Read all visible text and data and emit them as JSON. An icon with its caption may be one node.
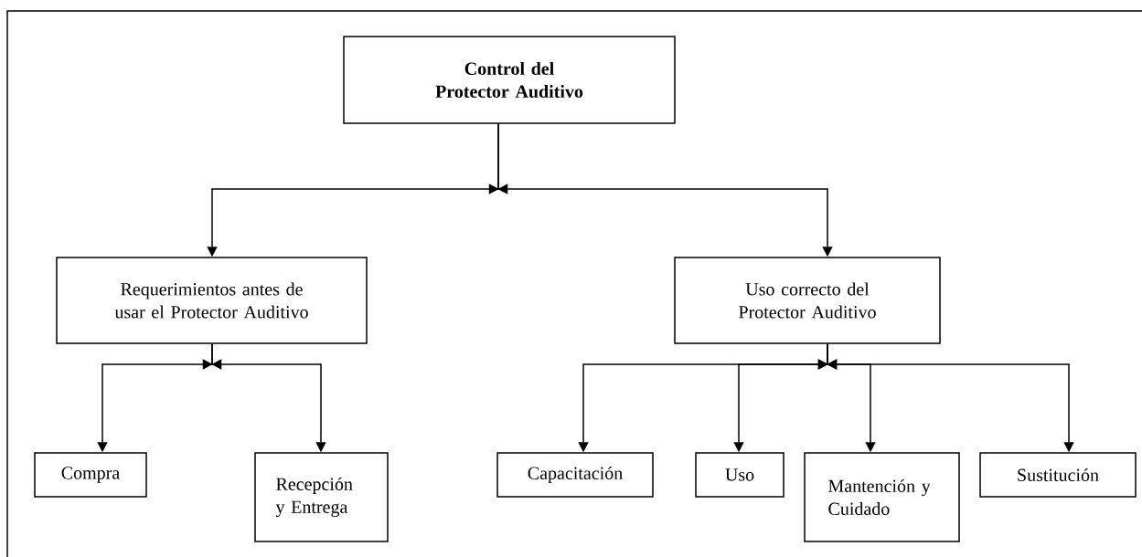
{
  "diagram": {
    "nodes": [
      {
        "text": [
          "Control del Protector Auditivo"
        ]
      },
      {
        "text": [
          "Requerimientos antes de usar el Protector Auditivo"
        ]
      },
      {
        "text": [
          "Uso correcto del Protector Auditivo"
        ]
      },
      {
        "text": [
          "Compra"
        ]
      },
      {
        "text": [
          "Recepción y Entrega"
        ]
      },
      {
        "text": [
          "Capacitación"
        ]
      },
      {
        "text": [
          "Uso"
        ]
      },
      {
        "text": [
          "Mantención y Cuidado"
        ]
      },
      {
        "text": [
          "Sustitución"
        ]
      }
    ],
    "edges": [
      {
        "from": 0,
        "to": 1,
        "arrow": "to"
      },
      {
        "from": 0,
        "to": 2,
        "arrow": "to"
      },
      {
        "from": 1,
        "to": 3,
        "arrow": "to"
      },
      {
        "from": 1,
        "to": 4,
        "arrow": "to"
      },
      {
        "from": 2,
        "to": 5,
        "arrow": "to"
      },
      {
        "from": 2,
        "to": 6,
        "arrow": "to"
      },
      {
        "from": 2,
        "to": 7,
        "arrow": "to"
      },
      {
        "from": 2,
        "to": 8,
        "arrow": "to"
      }
    ]
  }
}
